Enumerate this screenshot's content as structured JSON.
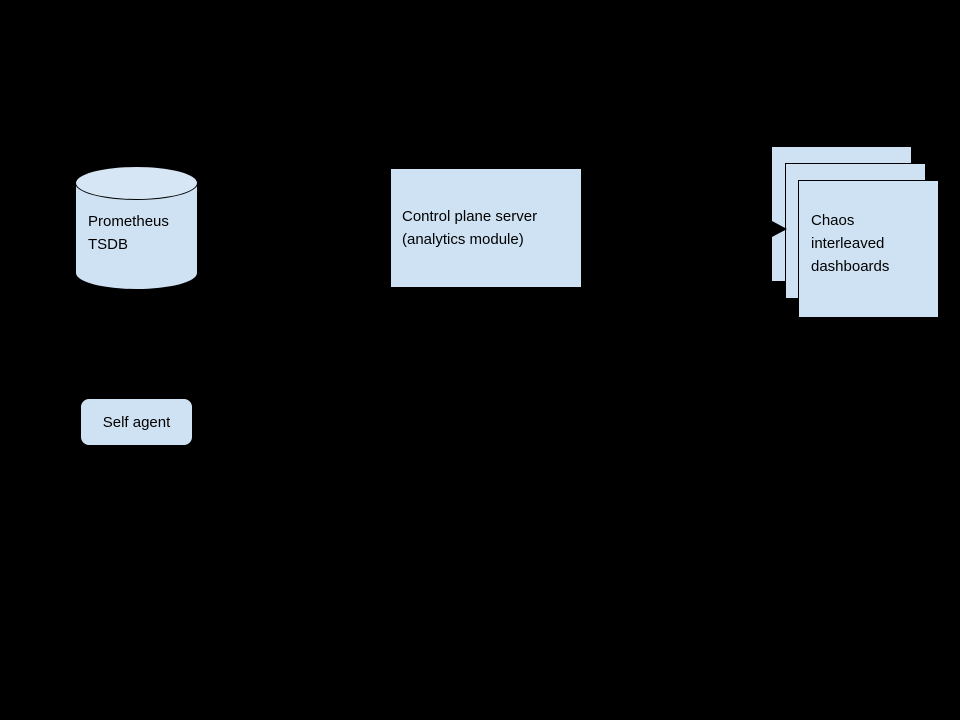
{
  "diagram": {
    "background": "#000000",
    "node_fill": "#cfe2f3",
    "node_top_fill": "#d7e6f4",
    "node_stroke": "#000000",
    "text_color": "#000000",
    "nodes": {
      "prometheus_tsdb": {
        "shape": "cylinder",
        "label": "Prometheus\nTSDB"
      },
      "control_plane": {
        "shape": "rectangle",
        "label": "Control plane server\n(analytics module)"
      },
      "chaos_dashboards": {
        "shape": "stacked-squares",
        "label": "Chaos\ninterleaved\ndashboards"
      },
      "self_agent": {
        "shape": "rounded-rectangle",
        "label": "Self agent"
      }
    },
    "connectors": {
      "arrow_into_dashboards": {
        "type": "arrowhead-right"
      }
    }
  }
}
